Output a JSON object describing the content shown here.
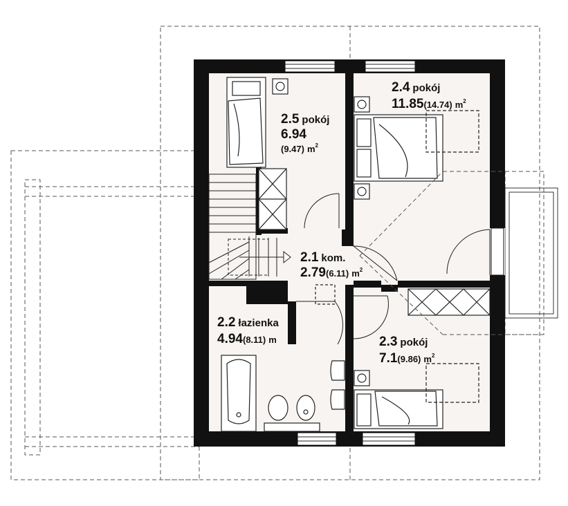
{
  "rooms": [
    {
      "id": "2.5",
      "name": "pokój",
      "area": "6.94",
      "gross": "(9.47)",
      "unit": "m",
      "sup": "2"
    },
    {
      "id": "2.4",
      "name": "pokój",
      "area": "11.85",
      "gross": "(14.74)",
      "unit": "m",
      "sup": "2"
    },
    {
      "id": "2.1",
      "name": "kom.",
      "area": "2.79",
      "gross": "(6.11)",
      "unit": "m",
      "sup": "2"
    },
    {
      "id": "2.2",
      "name": "łazienka",
      "area": "4.94",
      "gross": "(8.11)",
      "unit": "m",
      "sup": ""
    },
    {
      "id": "2.3",
      "name": "pokój",
      "area": "7.1",
      "gross": "(9.86)",
      "unit": "m",
      "sup": "2"
    }
  ],
  "colors": {
    "wall": "#111111",
    "floor": "#f7f4f1",
    "dashed": "#555555"
  }
}
